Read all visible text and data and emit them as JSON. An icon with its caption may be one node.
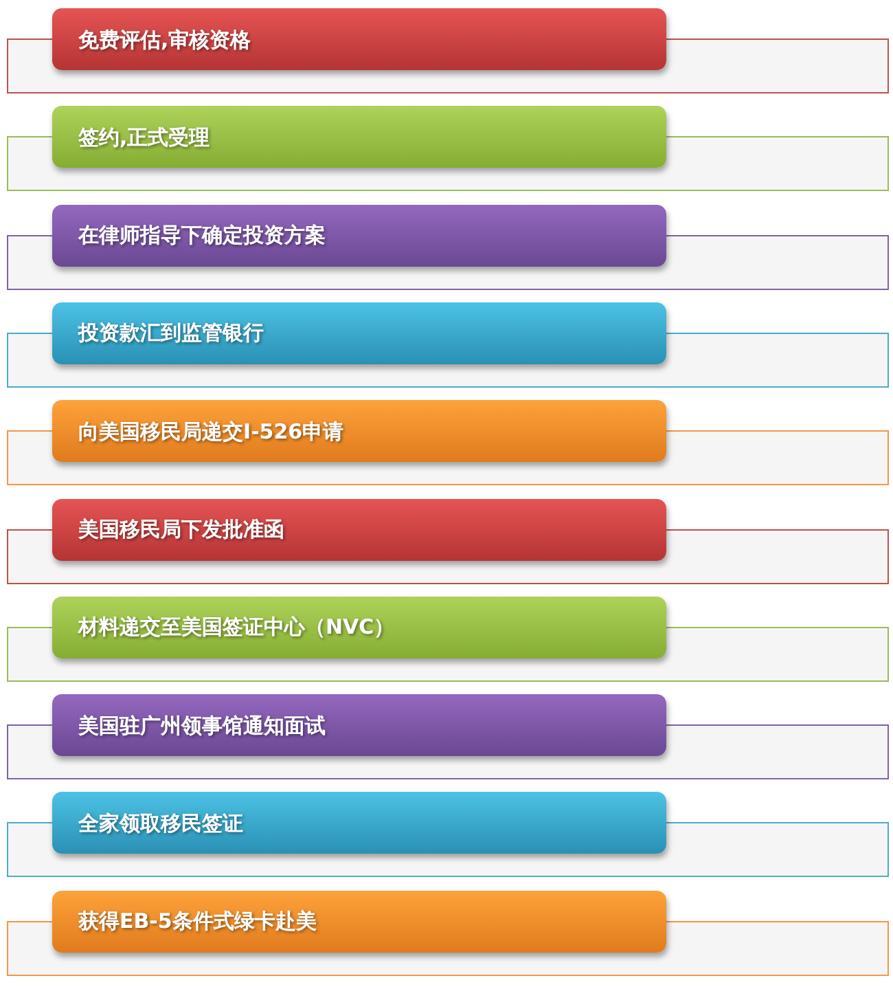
{
  "diagram": {
    "nodes": [
      {
        "text": [
          "免费评估,审核资格"
        ]
      },
      {
        "text": [
          "签约,正式受理"
        ]
      },
      {
        "text": [
          "在律师指导下确定投资方案"
        ]
      },
      {
        "text": [
          "投资款汇到监管银行"
        ]
      },
      {
        "text": [
          "向美国移民局递交I-526申请"
        ]
      },
      {
        "text": [
          "美国移民局下发批准函"
        ]
      },
      {
        "text": [
          "材料递交至美国签证中心（NVC）"
        ]
      },
      {
        "text": [
          "美国驻广州领事馆通知面试"
        ]
      },
      {
        "text": [
          "全家领取移民签证"
        ]
      },
      {
        "text": [
          "获得EB-5条件式绿卡赴美"
        ]
      }
    ]
  }
}
